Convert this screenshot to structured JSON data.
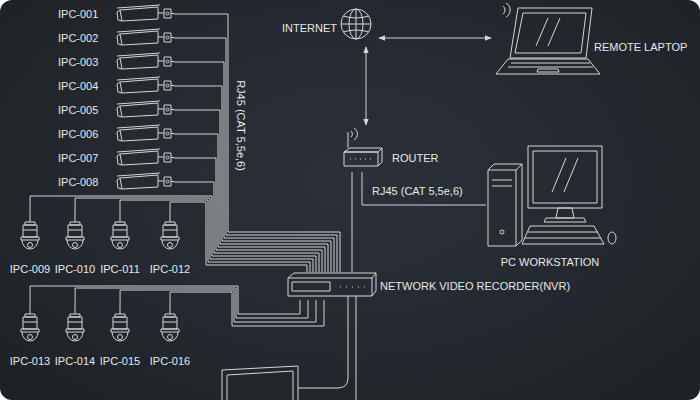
{
  "diagram": {
    "nodes": [
      {
        "text": [
          "IPC-001"
        ]
      },
      {
        "text": [
          "IPC-002"
        ]
      },
      {
        "text": [
          "IPC-003"
        ]
      },
      {
        "text": [
          "IPC-004"
        ]
      },
      {
        "text": [
          "IPC-005"
        ]
      },
      {
        "text": [
          "IPC-006"
        ]
      },
      {
        "text": [
          "IPC-007"
        ]
      },
      {
        "text": [
          "IPC-008"
        ]
      },
      {
        "text": [
          "IPC-009"
        ]
      },
      {
        "text": [
          "IPC-010"
        ]
      },
      {
        "text": [
          "IPC-011"
        ]
      },
      {
        "text": [
          "IPC-012"
        ]
      },
      {
        "text": [
          "IPC-013"
        ]
      },
      {
        "text": [
          "IPC-014"
        ]
      },
      {
        "text": [
          "IPC-015"
        ]
      },
      {
        "text": [
          "IPC-016"
        ]
      },
      {
        "text": [
          "INTERNET"
        ]
      },
      {
        "text": [
          "REMOTE LAPTOP"
        ]
      },
      {
        "text": [
          "ROUTER"
        ]
      },
      {
        "text": [
          "PC WORKSTATION"
        ]
      },
      {
        "text": [
          "NETWORK VIDEO RECORDER(NVR)"
        ]
      }
    ],
    "edges": [
      {
        "from": 0,
        "to": 20,
        "arrow": "none"
      },
      {
        "from": 1,
        "to": 20,
        "arrow": "none"
      },
      {
        "from": 2,
        "to": 20,
        "arrow": "none"
      },
      {
        "from": 3,
        "to": 20,
        "arrow": "none"
      },
      {
        "from": 4,
        "to": 20,
        "arrow": "none"
      },
      {
        "from": 5,
        "to": 20,
        "arrow": "none"
      },
      {
        "from": 6,
        "to": 20,
        "arrow": "none"
      },
      {
        "from": 7,
        "to": 20,
        "arrow": "none"
      },
      {
        "from": 8,
        "to": 20,
        "arrow": "none"
      },
      {
        "from": 9,
        "to": 20,
        "arrow": "none"
      },
      {
        "from": 10,
        "to": 20,
        "arrow": "none"
      },
      {
        "from": 11,
        "to": 20,
        "arrow": "none"
      },
      {
        "from": 12,
        "to": 20,
        "arrow": "none"
      },
      {
        "from": 13,
        "to": 20,
        "arrow": "none"
      },
      {
        "from": 14,
        "to": 20,
        "arrow": "none"
      },
      {
        "from": 15,
        "to": 20,
        "arrow": "none"
      },
      {
        "from": 16,
        "to": 17,
        "arrow": "both"
      },
      {
        "from": 16,
        "to": 18,
        "arrow": "both"
      },
      {
        "from": 18,
        "to": 19,
        "label": "RJ45 (CAT 5,5e,6)",
        "arrow": "none"
      },
      {
        "from": 18,
        "to": 20,
        "arrow": "none"
      }
    ],
    "labels": [
      "RJ45 (CAT 5,5e,6)"
    ]
  }
}
